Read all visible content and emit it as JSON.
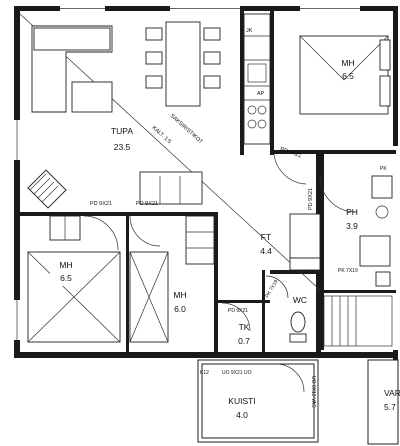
{
  "rooms": {
    "tupa": {
      "name": "TUPA",
      "area": "23.5"
    },
    "mh_bedroom_main": {
      "name": "MH",
      "area": "6.5"
    },
    "mh_left": {
      "name": "MH",
      "area": "6.5"
    },
    "mh_center": {
      "name": "MH",
      "area": "6.0"
    },
    "ph": {
      "name": "PH",
      "area": "3.9"
    },
    "ft": {
      "name": "FT",
      "area": "4.4"
    },
    "wc": {
      "name": "WC"
    },
    "tk": {
      "name": "TK",
      "area": "0.7"
    },
    "kuisti": {
      "name": "KUISTI",
      "area": "4.0"
    },
    "var": {
      "name": "VAR",
      "area": "5.7"
    }
  },
  "annotations": {
    "sleeping_loft": "SAKSIRISTIKOT",
    "loft_scale": "KALT. 1:5",
    "kitchen_jk": "JK",
    "kitchen_ap": "AP",
    "door_pd_9x21_a": "PD 9X21",
    "door_pd_9x21_b": "PD 9X21",
    "door_pd_9x21_c": "PD 9X21",
    "door_pd_9x21_d": "PD 9X21",
    "door_pk_7x19": "PK 7X19",
    "door_pk_side": "PK",
    "door_ulko": "UO 9X21 UO",
    "door_ulko_side": "UO 9X19 VAS",
    "door_k12": "K12"
  },
  "colors": {
    "wall": "#1a1a1a",
    "line": "#222222",
    "background": "#ffffff"
  }
}
